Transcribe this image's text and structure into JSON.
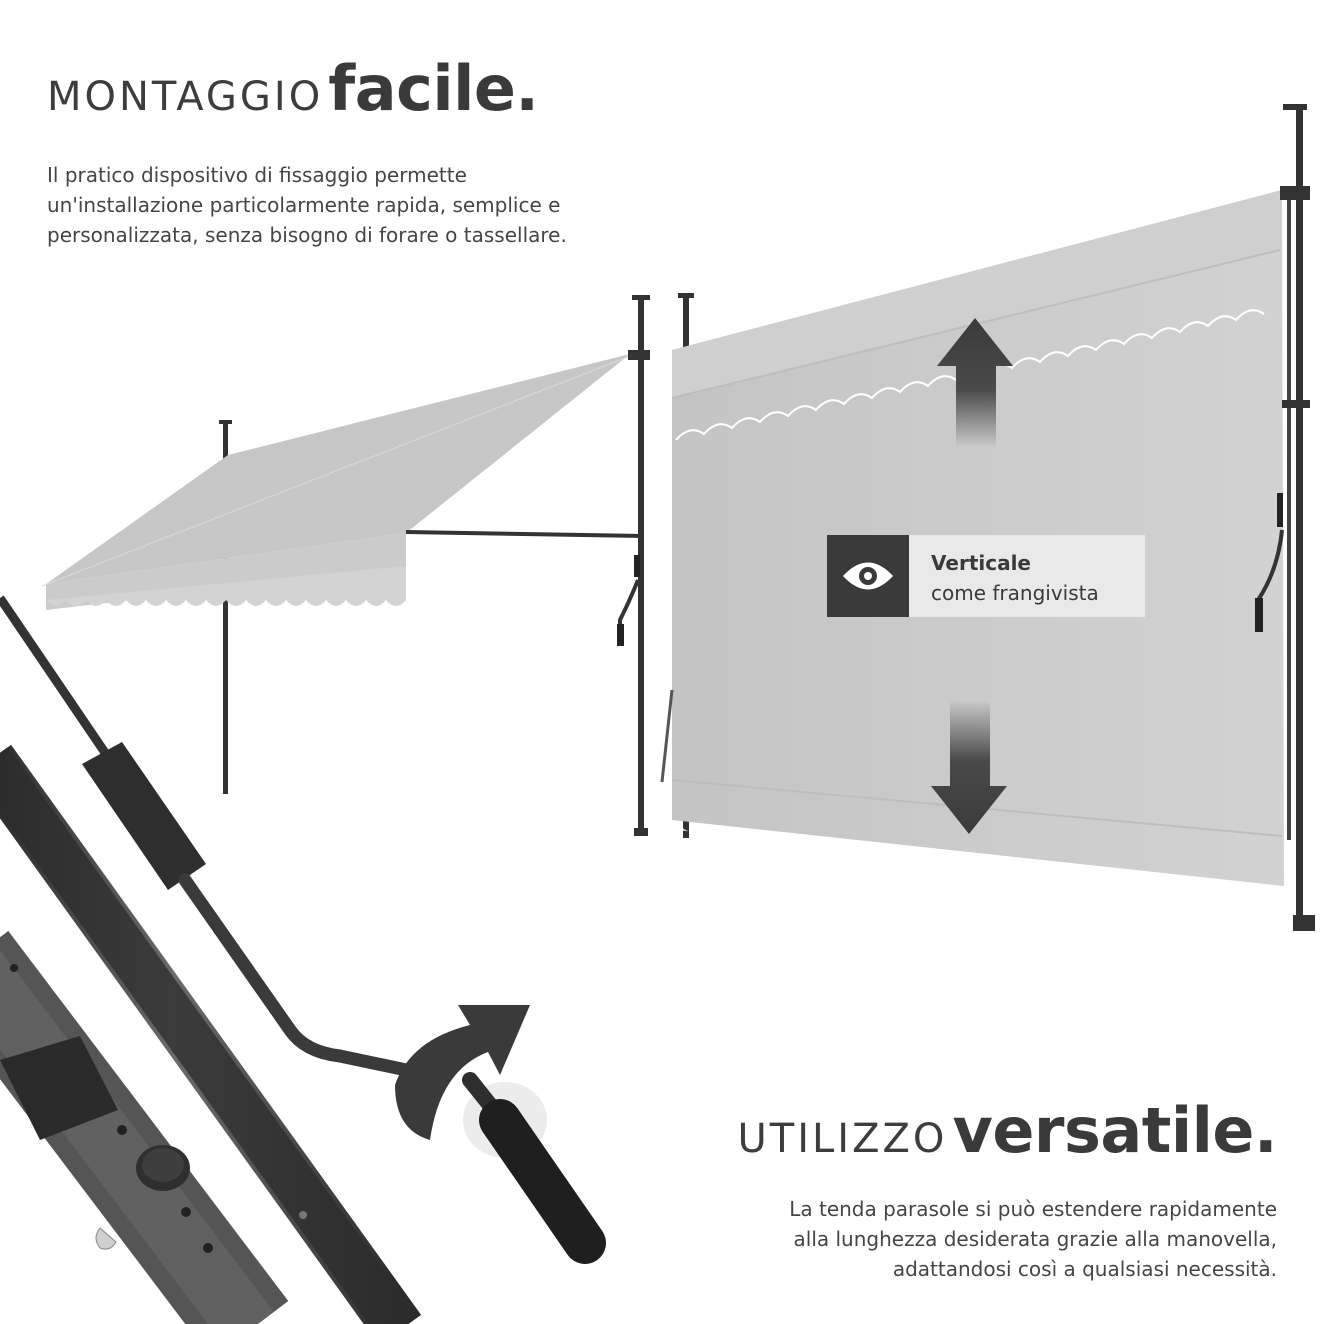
{
  "heading_top": {
    "light": "MONTAGGIO",
    "bold": "facile."
  },
  "paragraph_top": [
    "Il pratico dispositivo di fissaggio permette",
    "un'installazione particolarmente rapida, semplice e",
    "personalizzata, senza bisogno di forare o tassellare."
  ],
  "badge": {
    "icon": "eye-icon",
    "title": "Verticale",
    "subtitle": "come frangivista"
  },
  "heading_bottom": {
    "light": "UTILIZZO",
    "bold": "versatile."
  },
  "paragraph_bottom": [
    "La tenda parasole si può estendere rapidamente",
    "alla lunghezza desiderata grazie alla manovella,",
    "adattandosi così a qualsiasi necessità."
  ],
  "colors": {
    "fabric": "#c9c9c9",
    "frame": "#2f2f2f",
    "dark": "#3a3a3a",
    "badge_bg": "#e9e9e9"
  }
}
